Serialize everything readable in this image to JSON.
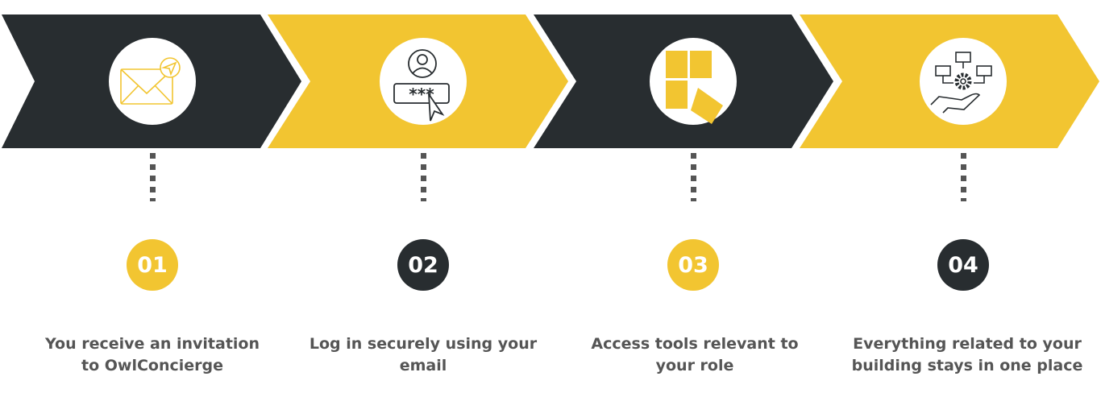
{
  "colors": {
    "dark": "#282d30",
    "yellow": "#f2c531",
    "text": "#555555"
  },
  "steps": [
    {
      "number": "01",
      "caption_line1": "You receive an invitation",
      "caption_line2": "to OwlConcierge",
      "icon": "envelope-send-icon"
    },
    {
      "number": "02",
      "caption_line1": "Log in securely using your",
      "caption_line2": "email",
      "icon": "user-password-login-icon"
    },
    {
      "number": "03",
      "caption_line1": "Access tools relevant to",
      "caption_line2": "your role",
      "icon": "puzzle-icon"
    },
    {
      "number": "04",
      "caption_line1": "Everything related to your",
      "caption_line2": "building stays in one place",
      "icon": "hand-gear-network-icon"
    }
  ]
}
